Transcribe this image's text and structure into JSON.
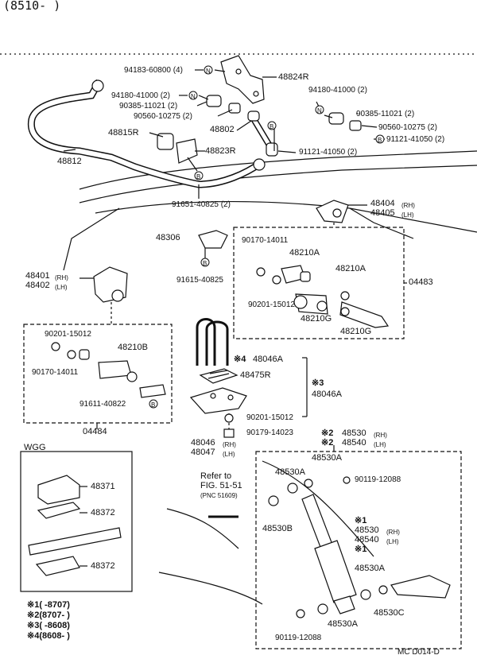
{
  "header": {
    "range": "(8510-      )"
  },
  "labels": {
    "p94183": "94183-60800 (4)",
    "p48824R": "48824R",
    "p94180a": "94180-41000 (2)",
    "p90385a": "90385-11021 (2)",
    "p90560a": "90560-10275 (2)",
    "p94180b": "94180-41000 (2)",
    "p90385b": "90385-11021 (2)",
    "p90560b": "90560-10275 (2)",
    "p91121a": "91121-41050 (2)",
    "p91121b": "91121-41050 (2)",
    "p48802": "48802",
    "p48815R": "48815R",
    "p48823R": "48823R",
    "p48812": "48812",
    "p91651": "91651-40825 (2)",
    "p48404": "48404",
    "p48405": "48405",
    "rh": "(RH)",
    "lh": "(LH)",
    "p48306": "48306",
    "p90170a": "90170-14011",
    "p48210Aa": "48210A",
    "p48210Ab": "48210A",
    "p04483": "04483",
    "p91615": "91615-40825",
    "p48401": "48401",
    "p48402": "48402",
    "p90201a": "90201-15012",
    "p48210Ga": "48210G",
    "p48210Gb": "48210G",
    "p90201b": "90201-15012",
    "p48210B": "48210B",
    "p90170b": "90170-14011",
    "p48046Aa": "48046A",
    "p48475R": "48475R",
    "p48046Ab": "48046A",
    "p91611": "91611-40822",
    "p90201c": "90201-15012",
    "p04484": "04484",
    "p48046": "48046",
    "p48047": "48047",
    "p90179": "90179-14023",
    "p48530a": "48530",
    "p48540a": "48540",
    "p48530Aa": "48530A",
    "wgg": "WGG",
    "p48371": "48371",
    "p48372a": "48372",
    "p48372b": "48372",
    "refer1": "Refer to",
    "refer2": "FIG. 51-51",
    "refer3": "(PNC 51609)",
    "p48530Ab": "48530A",
    "p90119a": "90119-12088",
    "p48530B": "48530B",
    "p48530b": "48530",
    "p48540b": "48540",
    "p48530Ac": "48530A",
    "p48530C": "48530C",
    "p48530Ad": "48530A",
    "p90119b": "90119-12088",
    "n1": "※1",
    "n1b": "※1",
    "n2a": "※2",
    "n2b": "※2",
    "n3": "※3",
    "n4": "※4",
    "legend1": "※1(      -8707)",
    "legend2": "※2(8707-      )",
    "legend3": "※3(      -8608)",
    "legend4": "※4(8608-      )",
    "code": "MC  D014-D",
    "mark_n": "N",
    "mark_b": "B"
  }
}
